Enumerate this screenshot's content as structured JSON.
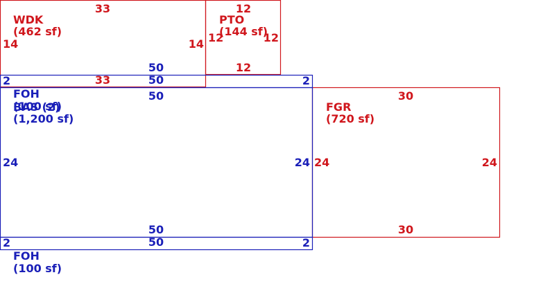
{
  "colors": {
    "red": "#d0161c",
    "blue": "#1a1fb8"
  },
  "areas": {
    "wdk": {
      "code": "WDK",
      "area": "(462 sf)"
    },
    "pto": {
      "code": "PTO",
      "area": "(144 sf)"
    },
    "bas": {
      "code": "BAS (2)",
      "area": "(1,200 sf)"
    },
    "fgr": {
      "code": "FGR",
      "area": "(720 sf)"
    },
    "foh_top": {
      "code": "FOH",
      "area": "(100 sf)"
    },
    "foh_bottom": {
      "code": "FOH",
      "area": "(100 sf)"
    }
  },
  "dims": {
    "wdk_top": "33",
    "wdk_bottom": "33",
    "wdk_left": "14",
    "wdk_right": "14",
    "pto_top": "12",
    "pto_bottom": "12",
    "pto_left": "12",
    "pto_right": "12",
    "foh_top_top": "50",
    "foh_top_bottom": "50",
    "foh_top_left": "2",
    "foh_top_right": "2",
    "bas_top": "50",
    "bas_bottom": "50",
    "bas_left": "24",
    "bas_right": "24",
    "foh_bottom_top": "50",
    "foh_bottom_left": "2",
    "foh_bottom_right": "2",
    "fgr_top": "30",
    "fgr_bottom": "30",
    "fgr_left": "24",
    "fgr_right": "24"
  }
}
